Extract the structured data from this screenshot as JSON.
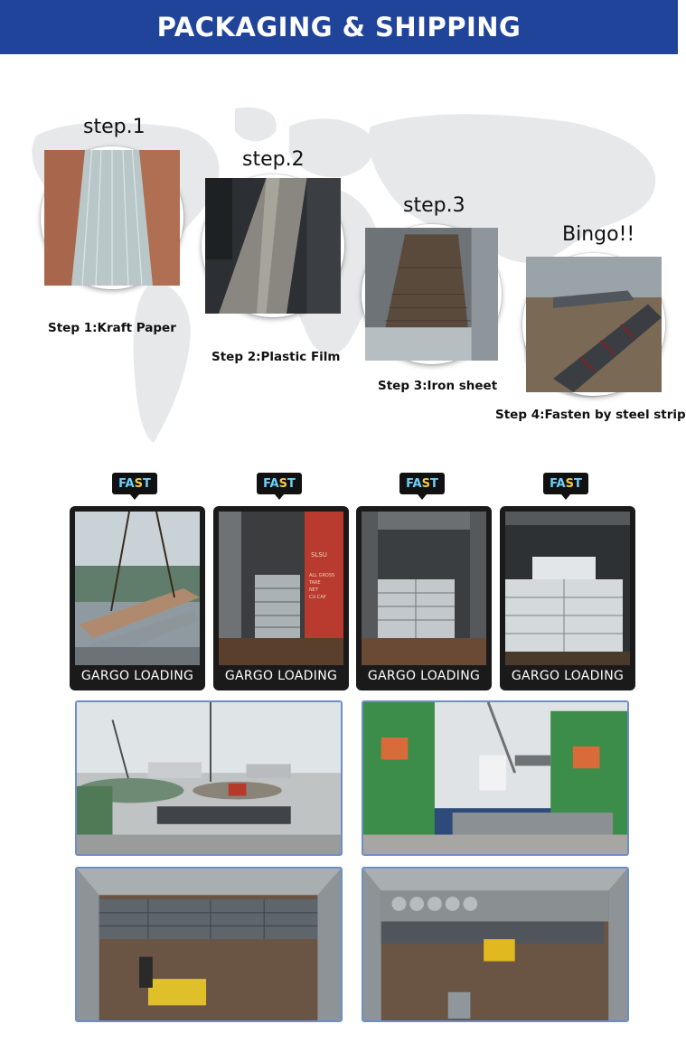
{
  "header": {
    "title": "PACKAGING & SHIPPING",
    "color": "#21449b"
  },
  "steps": [
    {
      "label": "step.1",
      "caption": "Step 1:Kraft Paper"
    },
    {
      "label": "step.2",
      "caption": "Step 2:Plastic Film"
    },
    {
      "label": "step.3",
      "caption": "Step 3:Iron sheet"
    },
    {
      "label": "Bingo!!",
      "caption": "Step 4:Fasten by steel strip"
    }
  ],
  "badges": {
    "fast_part1": "FA",
    "fast_part2": "S",
    "fast_part3": "T"
  },
  "loading": [
    {
      "caption": "GARGO LOADING"
    },
    {
      "caption": "GARGO LOADING"
    },
    {
      "caption": "GARGO LOADING"
    },
    {
      "caption": "GARGO LOADING"
    }
  ],
  "ship_container_text": [
    "SLSU",
    "ALL GROSS",
    "TARE",
    "NET",
    "CU.CAP"
  ]
}
